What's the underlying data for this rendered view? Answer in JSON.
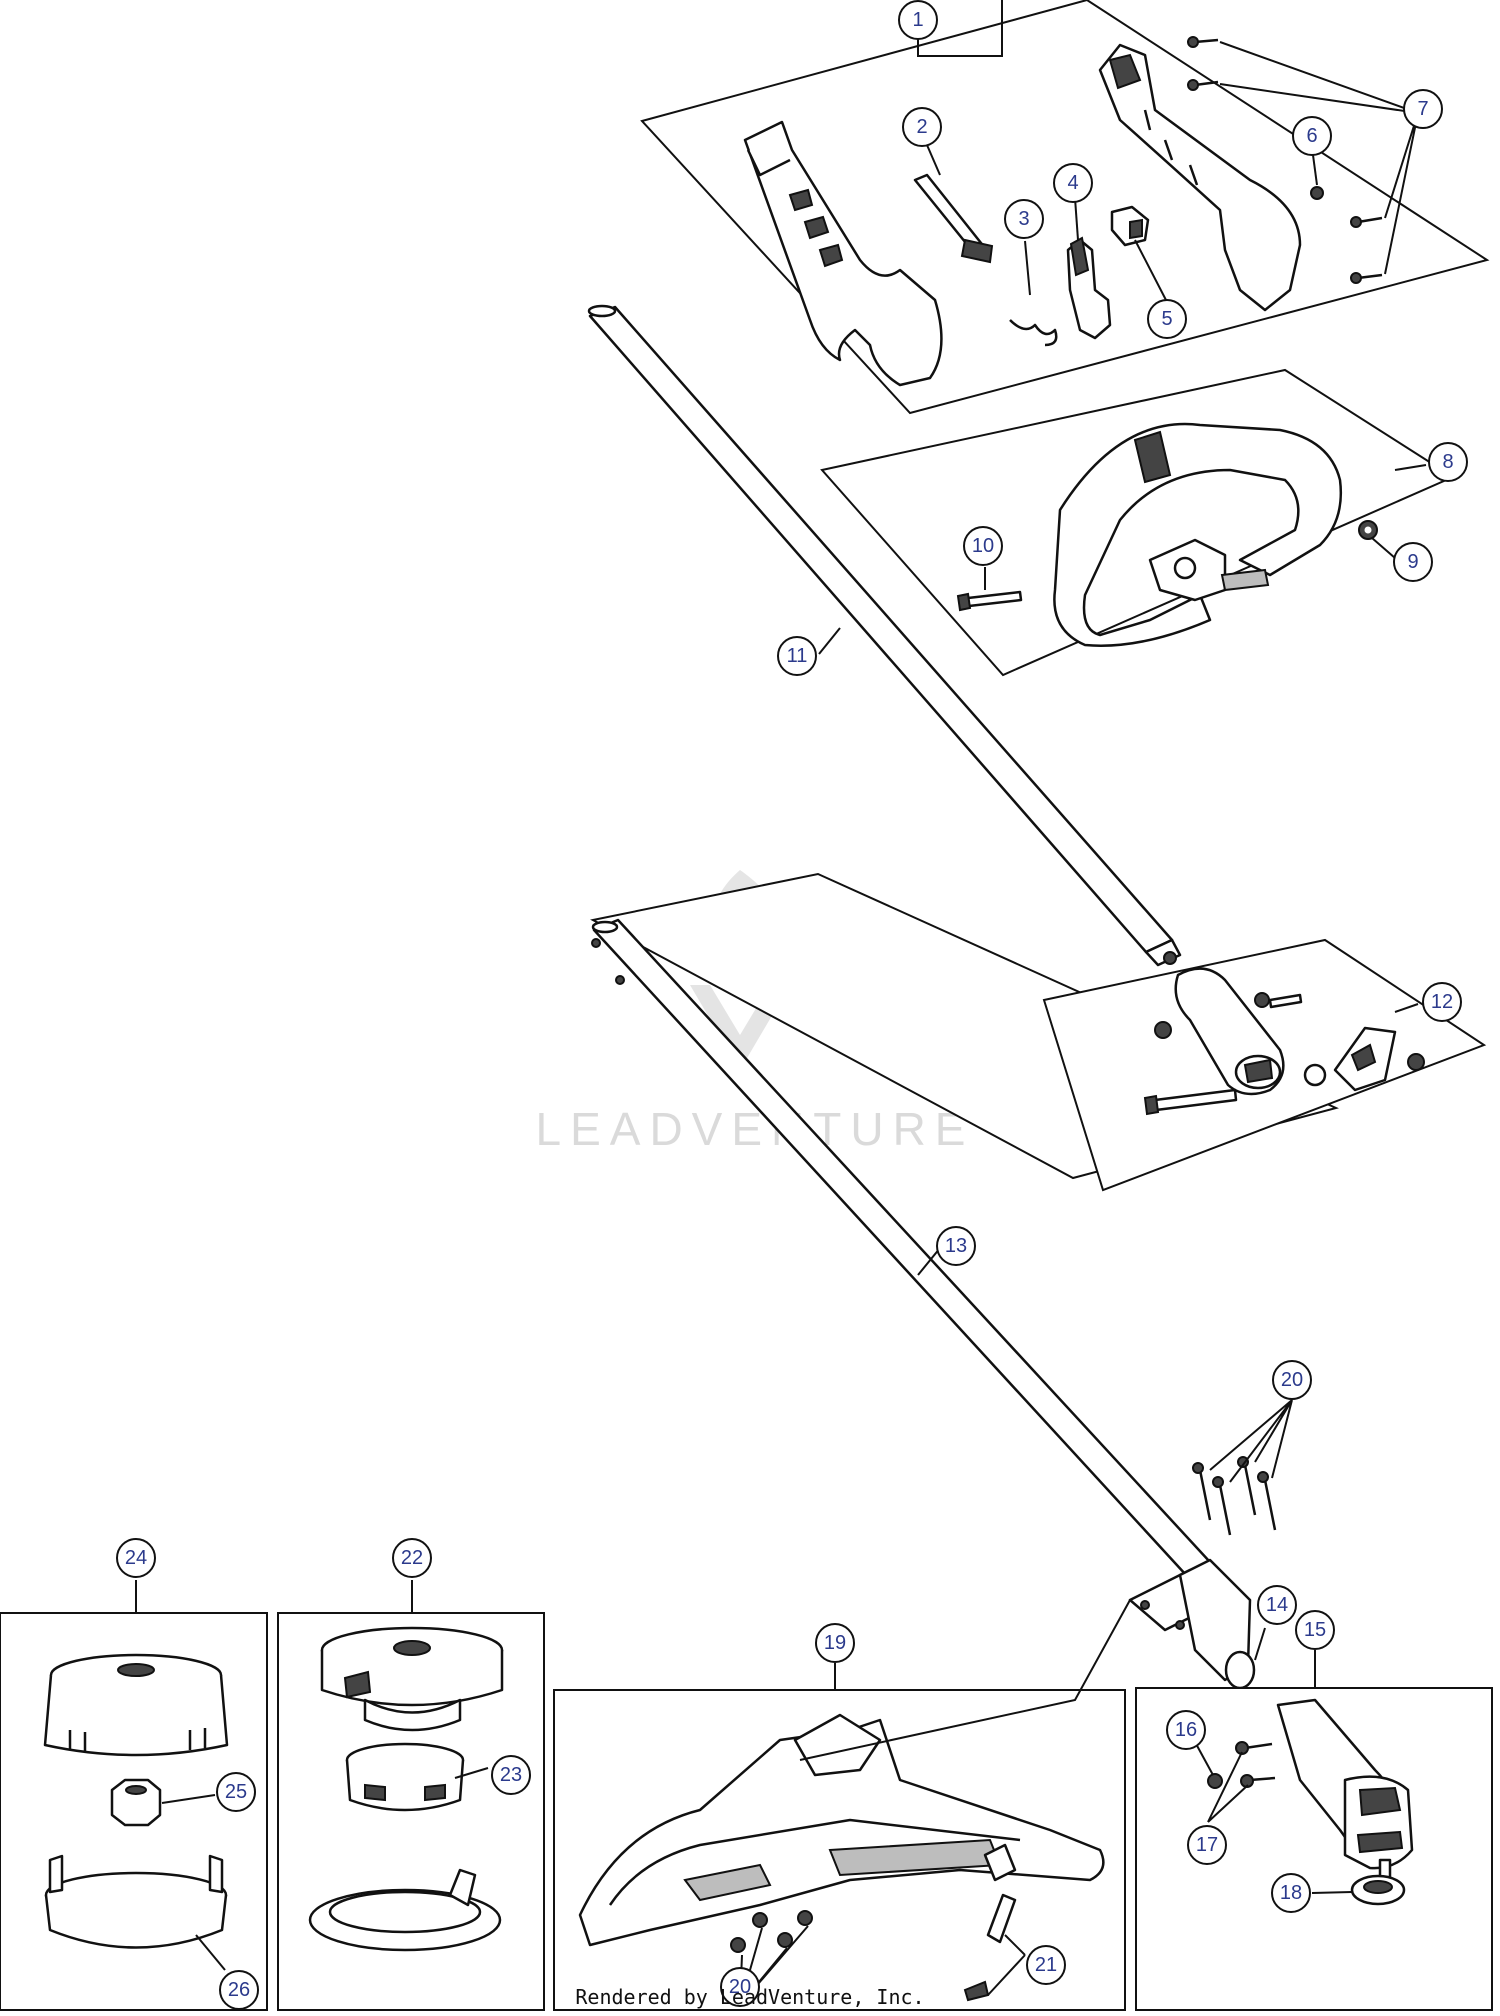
{
  "watermark": {
    "text": "LEADVENTURE"
  },
  "footer": {
    "text": "Rendered by LeadVenture, Inc."
  },
  "callouts": [
    "1",
    "2",
    "3",
    "4",
    "5",
    "6",
    "7",
    "8",
    "9",
    "10",
    "11",
    "12",
    "13",
    "14",
    "15",
    "16",
    "17",
    "18",
    "19",
    "20",
    "20",
    "21",
    "22",
    "23",
    "24",
    "25",
    "26"
  ]
}
